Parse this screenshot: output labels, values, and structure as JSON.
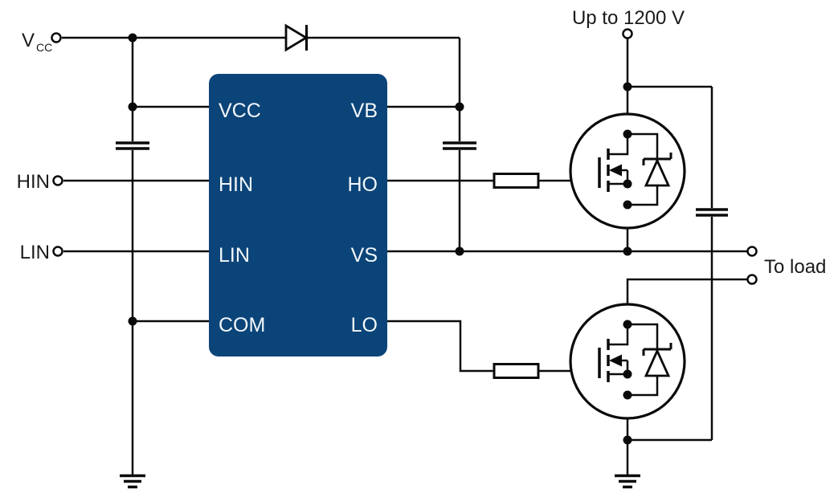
{
  "colors": {
    "background": "#FFFFFF",
    "wire": "#0A0A0A",
    "ic_fill": "#0B4478",
    "ic_text": "#F2F7FB",
    "label_text": "#1A1A1A"
  },
  "labels": {
    "vcc": "V",
    "vcc_subscript": "CC",
    "hin": "HIN",
    "lin": "LIN",
    "bus_voltage": "Up to 1200 V",
    "load": "To load"
  },
  "ic": {
    "left_pins": [
      "VCC",
      "HIN",
      "LIN",
      "COM"
    ],
    "right_pins": [
      "VB",
      "HO",
      "VS",
      "LO"
    ]
  },
  "components": {
    "bootstrap_diode": "diode-icon",
    "vcc_capacitor": "capacitor-icon",
    "bootstrap_capacitor": "capacitor-icon",
    "dc_bus_capacitor": "capacitor-icon",
    "ho_gate_resistor": "resistor-icon",
    "lo_gate_resistor": "resistor-icon",
    "high_side_switch": "n-mosfet-with-body-diode-icon",
    "low_side_switch": "n-mosfet-with-body-diode-icon",
    "ground_left": "ground-icon",
    "ground_right": "ground-icon"
  }
}
